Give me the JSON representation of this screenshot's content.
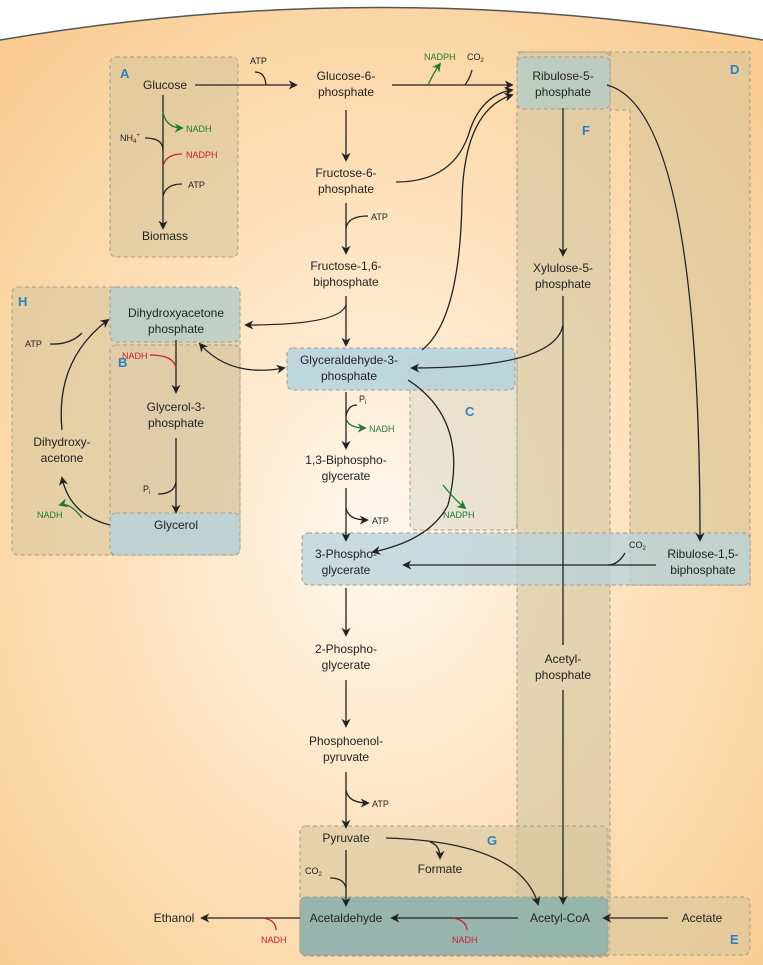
{
  "metabolites": {
    "glucose": "Glucose",
    "biomass": "Biomass",
    "g6p_1": "Glucose-6-",
    "g6p_2": "phosphate",
    "f6p_1": "Fructose-6-",
    "f6p_2": "phosphate",
    "f16bp_1": "Fructose-1,6-",
    "f16bp_2": "biphosphate",
    "dhap_1": "Dihydroxyacetone",
    "dhap_2": "phosphate",
    "g3p_1": "Glyceraldehyde-3-",
    "g3p_2": "phosphate",
    "bpg_1": "1,3-Biphospho-",
    "bpg_2": "glycerate",
    "pg3_1": "3-Phospho-",
    "pg3_2": "glycerate",
    "pg2_1": "2-Phospho-",
    "pg2_2": "glycerate",
    "pep_1": "Phosphoenol-",
    "pep_2": "pyruvate",
    "pyruvate": "Pyruvate",
    "formate": "Formate",
    "acetaldehyde": "Acetaldehyde",
    "ethanol": "Ethanol",
    "acetylcoa": "Acetyl-CoA",
    "acetate": "Acetate",
    "ru5p_1": "Ribulose-5-",
    "ru5p_2": "phosphate",
    "xu5p_1": "Xylulose-5-",
    "xu5p_2": "phosphate",
    "rubp_1": "Ribulose-1,5-",
    "rubp_2": "biphosphate",
    "acp_1": "Acetyl-",
    "acp_2": "phosphate",
    "glycerol3p_1": "Glycerol-3-",
    "glycerol3p_2": "phosphate",
    "glycerol": "Glycerol",
    "dha_1": "Dihydroxy-",
    "dha_2": "acetone"
  },
  "cofactors": {
    "atp": "ATP",
    "nadh": "NADH",
    "nadph": "NADPH",
    "co2": "CO",
    "co2_sub": "2",
    "pi": "P",
    "pi_sub": "i",
    "nh4": "NH",
    "nh4_sub": "4",
    "nh4_sup": "+"
  },
  "regions": {
    "a": "A",
    "b": "B",
    "c": "C",
    "d": "D",
    "e": "E",
    "f": "F",
    "g": "G",
    "h": "H"
  },
  "colors": {
    "cell": "#fbd3a1",
    "cell_center": "#fff6e8",
    "region_fill": "#d9c59a",
    "region_blue": "#b6d3db",
    "region_dark": "#8fb3ad",
    "region_label": "#2f7fc2",
    "nadh_green": "#1f7a33",
    "nadph_red": "#c8202e"
  }
}
